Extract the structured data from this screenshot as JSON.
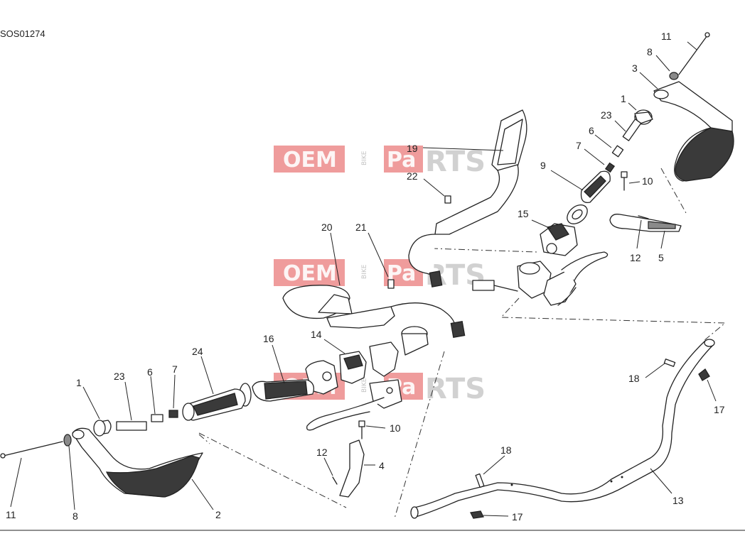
{
  "diagram_code": "SOS01274",
  "callouts": [
    {
      "id": "c11a",
      "text": "11"
    },
    {
      "id": "c8a",
      "text": "8"
    },
    {
      "id": "c3",
      "text": "3"
    },
    {
      "id": "c1a",
      "text": "1"
    },
    {
      "id": "c23a",
      "text": "23"
    },
    {
      "id": "c6a",
      "text": "6"
    },
    {
      "id": "c7a",
      "text": "7"
    },
    {
      "id": "c9",
      "text": "9"
    },
    {
      "id": "c10a",
      "text": "10"
    },
    {
      "id": "c15",
      "text": "15"
    },
    {
      "id": "c12a",
      "text": "12"
    },
    {
      "id": "c5",
      "text": "5"
    },
    {
      "id": "c19",
      "text": "19"
    },
    {
      "id": "c22",
      "text": "22"
    },
    {
      "id": "c20",
      "text": "20"
    },
    {
      "id": "c21",
      "text": "21"
    },
    {
      "id": "c14",
      "text": "14"
    },
    {
      "id": "c16",
      "text": "16"
    },
    {
      "id": "c24",
      "text": "24"
    },
    {
      "id": "c1b",
      "text": "1"
    },
    {
      "id": "c23b",
      "text": "23"
    },
    {
      "id": "c6b",
      "text": "6"
    },
    {
      "id": "c7b",
      "text": "7"
    },
    {
      "id": "c10b",
      "text": "10"
    },
    {
      "id": "c12b",
      "text": "12"
    },
    {
      "id": "c4",
      "text": "4"
    },
    {
      "id": "c18a",
      "text": "18"
    },
    {
      "id": "c17a",
      "text": "17"
    },
    {
      "id": "c18b",
      "text": "18"
    },
    {
      "id": "c13",
      "text": "13"
    },
    {
      "id": "c17b",
      "text": "17"
    },
    {
      "id": "c11b",
      "text": "11"
    },
    {
      "id": "c8b",
      "text": "8"
    },
    {
      "id": "c2",
      "text": "2"
    }
  ],
  "watermark": {
    "part1": "OEM",
    "part2": "BIKE",
    "part3": "Pa",
    "part4": "RTS"
  }
}
